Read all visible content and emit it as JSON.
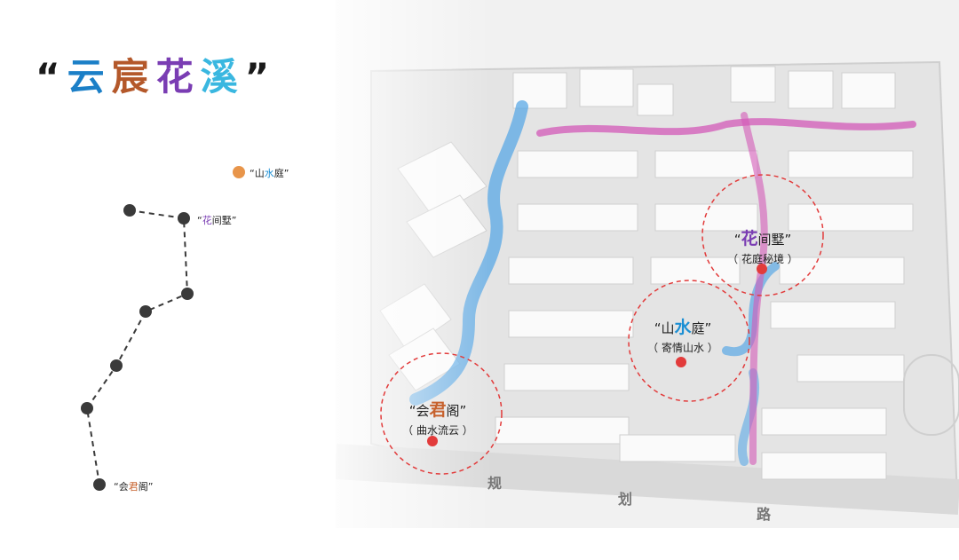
{
  "title": {
    "open_quote": "“",
    "chars": [
      {
        "text": "云",
        "color": "#1b7fc7"
      },
      {
        "text": "宸",
        "color": "#b4582a"
      },
      {
        "text": "花",
        "color": "#7a3db3"
      },
      {
        "text": "溪",
        "color": "#3ab7e0"
      }
    ],
    "close_quote": "”"
  },
  "legend": {
    "shanshui_label": {
      "pre": "“山",
      "hl": "水",
      "post": "庭”"
    },
    "huajianshu_label": {
      "pre": "“",
      "hl": "花",
      "post": "间墅”"
    },
    "huijunge_label": {
      "pre": "“会",
      "hl": "君",
      "post": "阁”"
    }
  },
  "map": {
    "zones": [
      {
        "name": {
          "pre": "“",
          "hl": "花",
          "post": "间墅”"
        },
        "subtitle": "（ 花庭秘境 ）"
      },
      {
        "name": {
          "pre": "“山",
          "hl": "水",
          "post": "庭”"
        },
        "subtitle": "（ 寄情山水 ）"
      },
      {
        "name": {
          "pre": "“会",
          "hl": "君",
          "post": "阁”"
        },
        "subtitle": "（ 曲水流云 ）"
      }
    ],
    "road_chars": [
      "规",
      "划",
      "路"
    ]
  },
  "colors": {
    "accent_red": "#e23b3b",
    "stream_blue": "#5aa8e6",
    "flower_pink": "#d35ab8",
    "marker_orange": "#e8954a",
    "path_dark": "#3a3a3a"
  }
}
